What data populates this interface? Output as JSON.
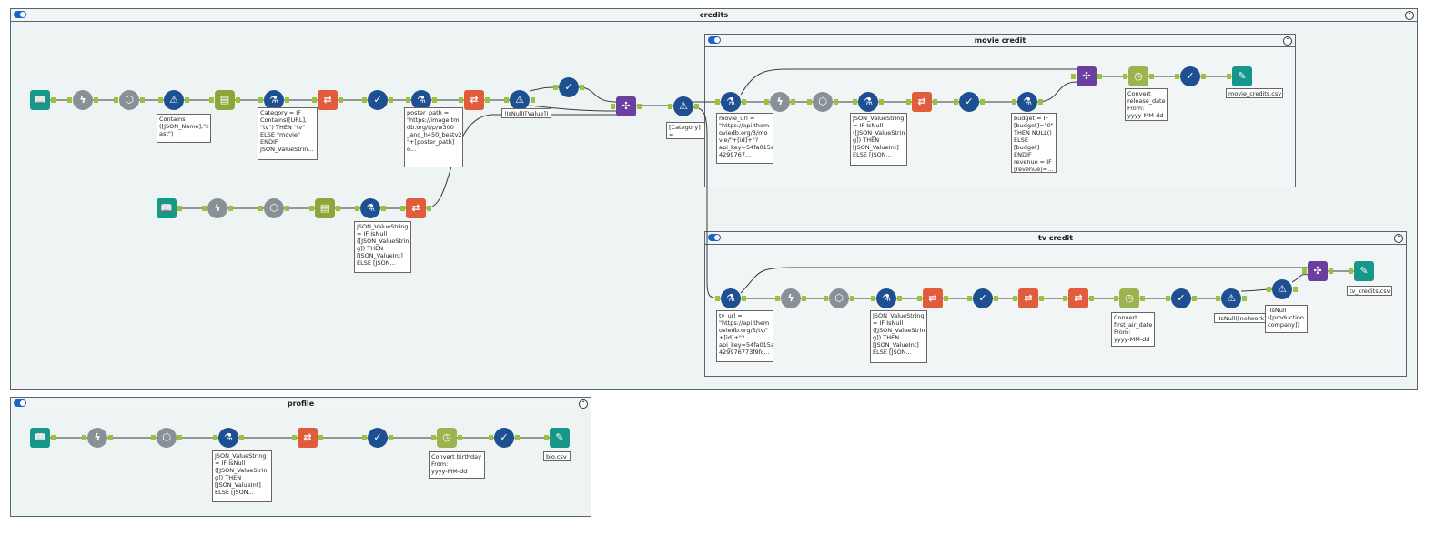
{
  "containers": {
    "credits": {
      "title": "credits",
      "collapse": "⌃"
    },
    "movie_credit": {
      "title": "movie credit",
      "collapse": "⌃"
    },
    "tv_credit": {
      "title": "tv credit",
      "collapse": "⌃"
    },
    "profile": {
      "title": "profile",
      "collapse": "⌃"
    }
  },
  "annotations": {
    "contains_name": "Contains\n([JSON_Name],\"c\nast\")",
    "category_formula": "Category = IF\nContains([URL],\n\"tv\") THEN \"tv\"\nELSE \"movie\"\nENDIF\nJSON_ValueStrin...",
    "poster_path": "poster_path =\n\"https://image.tm\ndb.org/t/p/w300\n_and_h450_bestv2/\n\"+[poster_path]\no...",
    "is_null_value": "!IsNull([Value])",
    "category_movie": "[Category] =\n\"movie\"",
    "json_value_second": "JSON_ValueString\n= IF IsNull\n([JSON_ValueStrin\ng]) THEN\n[JSON_ValueInt]\nELSE [JSON...",
    "movie_url": "movie_url =\n\"https://api.them\noviedb.org/3/mo\nvie/\"+[id]+\"?\napi_key=54fa015a\n4299767...",
    "movie_json_value": "JSON_ValueString\n= IF IsNull\n([JSON_ValueStrin\ng]) THEN\n[JSON_ValueInt]\nELSE [JSON...",
    "budget": "budget = IF\n[budget]=\"0\"\nTHEN NULL()\nELSE [budget]\nENDIF\nrevenue = IF\n[revenue]=...",
    "convert_release": "Convert\nrelease_date\nFrom:\nyyyy-MM-dd",
    "movie_output": "movie_credits.csv",
    "tv_url": "tv_url =\n\"https://api.them\noviedb.org/3/tv/\"\n+[id]+\"?\napi_key=54fa015a\n429976773f9fc...",
    "tv_json_value": "JSON_ValueString\n= IF IsNull\n([JSON_ValueStrin\ng]) THEN\n[JSON_ValueInt]\nELSE [JSON...",
    "convert_first_air": "Convert\nfirst_air_date\nFrom:\nyyyy-MM-dd",
    "is_null_network": "!IsNull([network])",
    "is_null_production": "!IsNull\n([production\ncompany])",
    "tv_output": "tv_credits.csv",
    "profile_json_value": "JSON_ValueString\n= IF IsNull\n([JSON_ValueStrin\ng]) THEN\n[JSON_ValueInt]\nELSE [JSON...",
    "convert_birthday": "Convert birthday\nFrom:\nyyyy-MM-dd",
    "bio_output": "bio.csv"
  },
  "icons": {
    "book": "📖",
    "bolt": "ϟ",
    "hex": "⬡",
    "filter": "⚠",
    "grid": "▤",
    "flask": "⚗",
    "orange": "⇄",
    "check": "✓",
    "union": "✣",
    "clock": "◷",
    "output": "✎",
    "anchor_t": "T",
    "anchor_f": "F"
  },
  "colors": {
    "input": "#159a8a",
    "gray": "#8a9196",
    "blue": "#1d4f91",
    "green": "#8da63c",
    "orange": "#e05c3c",
    "purple": "#6b3fa0",
    "wire": "#3a3a3a"
  }
}
